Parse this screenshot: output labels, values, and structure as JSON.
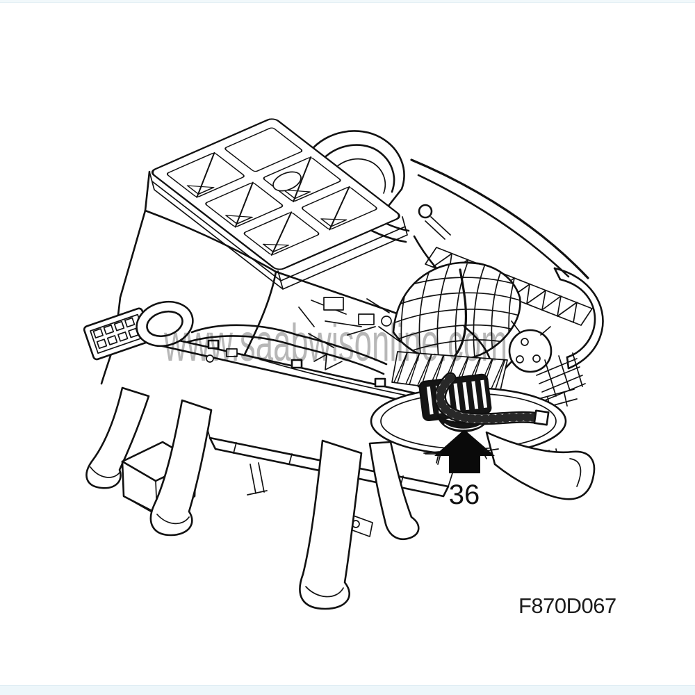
{
  "page": {
    "background_color": "#ffffff",
    "edge_tint_color": "#edf6fa",
    "ink_color": "#111111"
  },
  "figure": {
    "description": "Black-and-white isometric line illustration of a heater / ventilation housing assembly with blower motor",
    "code": "F870D067",
    "watermark": {
      "text": "www.saabwisonline.com",
      "color": "#8a8a8a"
    },
    "callout": {
      "number": "36",
      "arrow_direction": "up",
      "arrow_color": "#0a0a0a"
    }
  }
}
